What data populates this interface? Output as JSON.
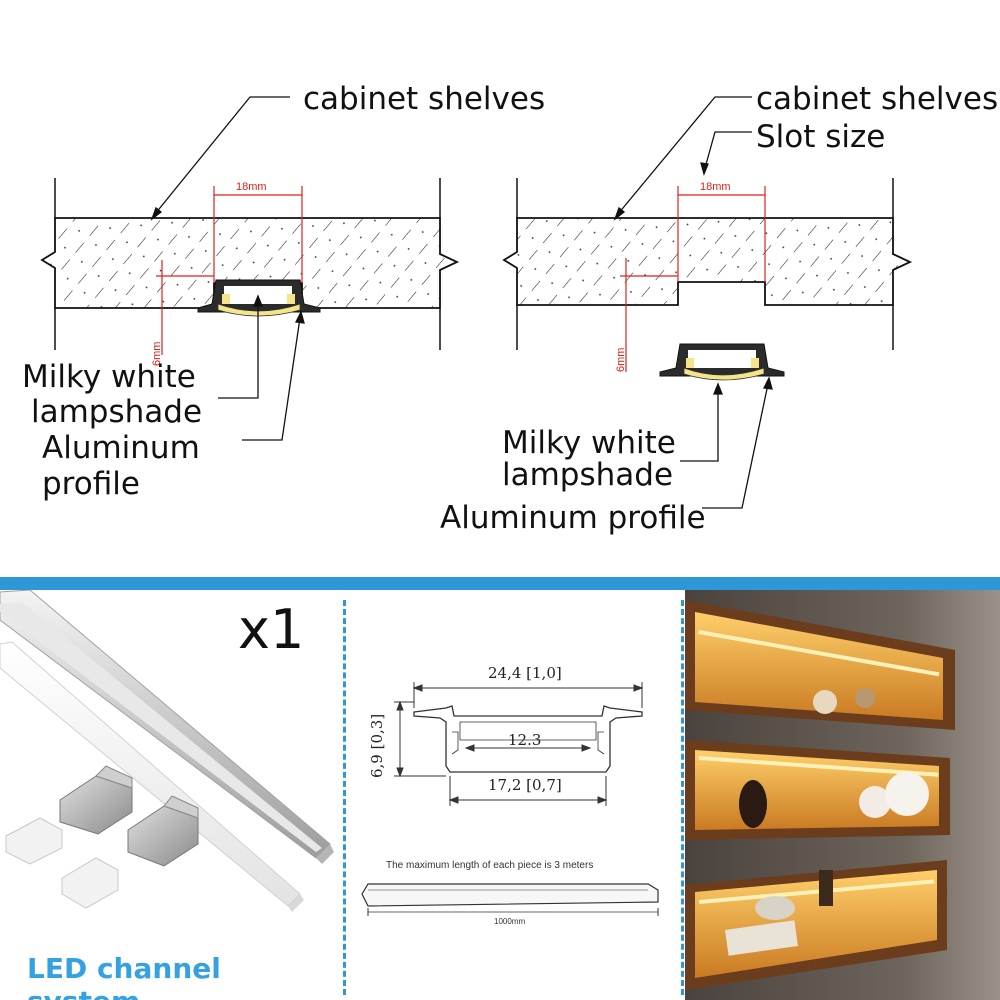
{
  "diagram_left": {
    "shelf_label": "cabinet shelves",
    "slot_width": "18mm",
    "depth": "6mm",
    "lampshade_label_1": "Milky white",
    "lampshade_label_2": "lampshade",
    "profile_label_1": "Aluminum",
    "profile_label_2": "profile"
  },
  "diagram_right": {
    "shelf_label": "cabinet shelves",
    "slot_label": "Slot size",
    "slot_width": "18mm",
    "depth": "6mm",
    "lampshade_label_1": "Milky white",
    "lampshade_label_2": "lampshade",
    "profile_label": "Aluminum profile"
  },
  "product": {
    "quantity": "x1",
    "system_label": "LED channel system"
  },
  "dimensions": {
    "width_total": "24,4 [1,0]",
    "height": "6,9 [0,3]",
    "inner_width": "12.3",
    "base_width": "17,2 [0,7]",
    "max_length_note": "The maximum length of each piece is 3 meters",
    "length": "1000mm"
  },
  "colors": {
    "accent_blue": "#2e97d8",
    "label_blue": "#35a1e0",
    "dimension_red": "#e0201b",
    "lampshade_yellow": "#f4e58a",
    "warm_light": "#f2a23c"
  }
}
